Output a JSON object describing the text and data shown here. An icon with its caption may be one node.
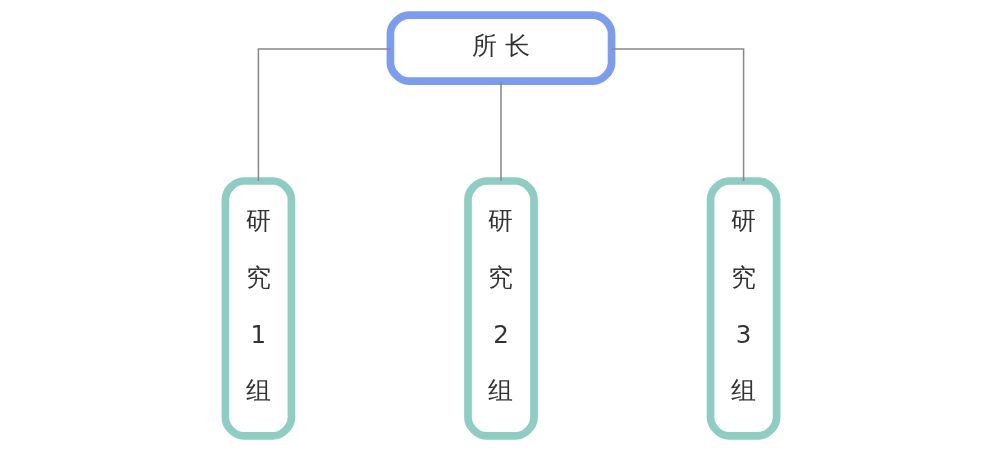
{
  "diagram": {
    "nodes": [
      {
        "text": [
          "所 长"
        ]
      },
      {
        "text": [
          "研究1组"
        ]
      },
      {
        "text": [
          "研究2组"
        ]
      },
      {
        "text": [
          "研究3组"
        ]
      }
    ],
    "edges": [
      {
        "from": 0,
        "to": 1,
        "arrow": "none"
      },
      {
        "from": 0,
        "to": 2,
        "arrow": "none"
      },
      {
        "from": 0,
        "to": 3,
        "arrow": "none"
      }
    ]
  }
}
